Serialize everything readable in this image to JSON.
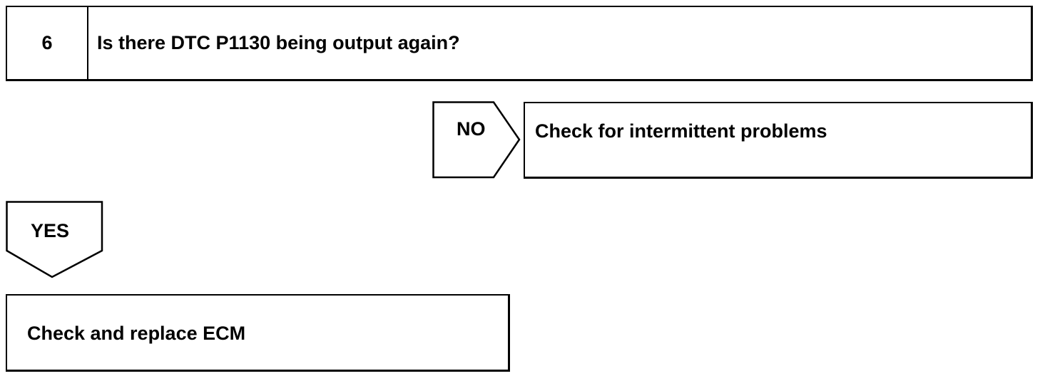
{
  "step": {
    "number": "6",
    "question": "Is there DTC P1130 being output again?"
  },
  "branches": {
    "no": {
      "label": "NO",
      "result": "Check for intermittent problems"
    },
    "yes": {
      "label": "YES",
      "result": "Check and replace ECM"
    }
  }
}
